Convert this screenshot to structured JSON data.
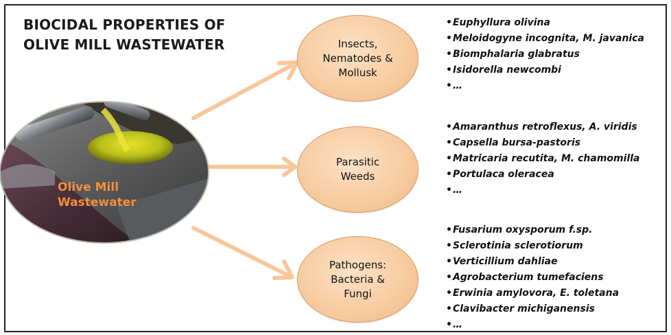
{
  "title": {
    "line1": "BIOCIDAL  PROPERTIES OF",
    "line2": "OLIVE MILL WASTEWATER"
  },
  "source": {
    "line1": "Olive Mill",
    "line2": "Wastewater"
  },
  "colors": {
    "oval_fill": "#f6c89b",
    "arrow": "#f7c79a",
    "source_text": "#f2903d"
  },
  "categories": [
    {
      "lines": [
        "Insects,",
        "Nematodes &",
        "Mollusk"
      ],
      "items": [
        "Euphyllura olivina",
        "Meloidogyne incognita, M. javanica",
        "Biomphalaria glabratus",
        "Isidorella newcombi",
        "…"
      ]
    },
    {
      "lines": [
        "Parasitic",
        "Weeds"
      ],
      "items": [
        "Amaranthus retroflexus, A. viridis",
        "Capsella bursa-pastoris",
        "Matricaria recutita, M. chamomilla",
        "Portulaca oleracea",
        "…"
      ]
    },
    {
      "lines": [
        "Pathogens:",
        "Bacteria &",
        "Fungi"
      ],
      "items": [
        "Fusarium oxysporum f.sp.",
        "Sclerotinia sclerotiorum",
        "Verticillium dahliae",
        "Agrobacterium tumefaciens",
        "Erwinia amylovora, E. toletana",
        "Clavibacter michiganensis",
        "…"
      ]
    }
  ]
}
